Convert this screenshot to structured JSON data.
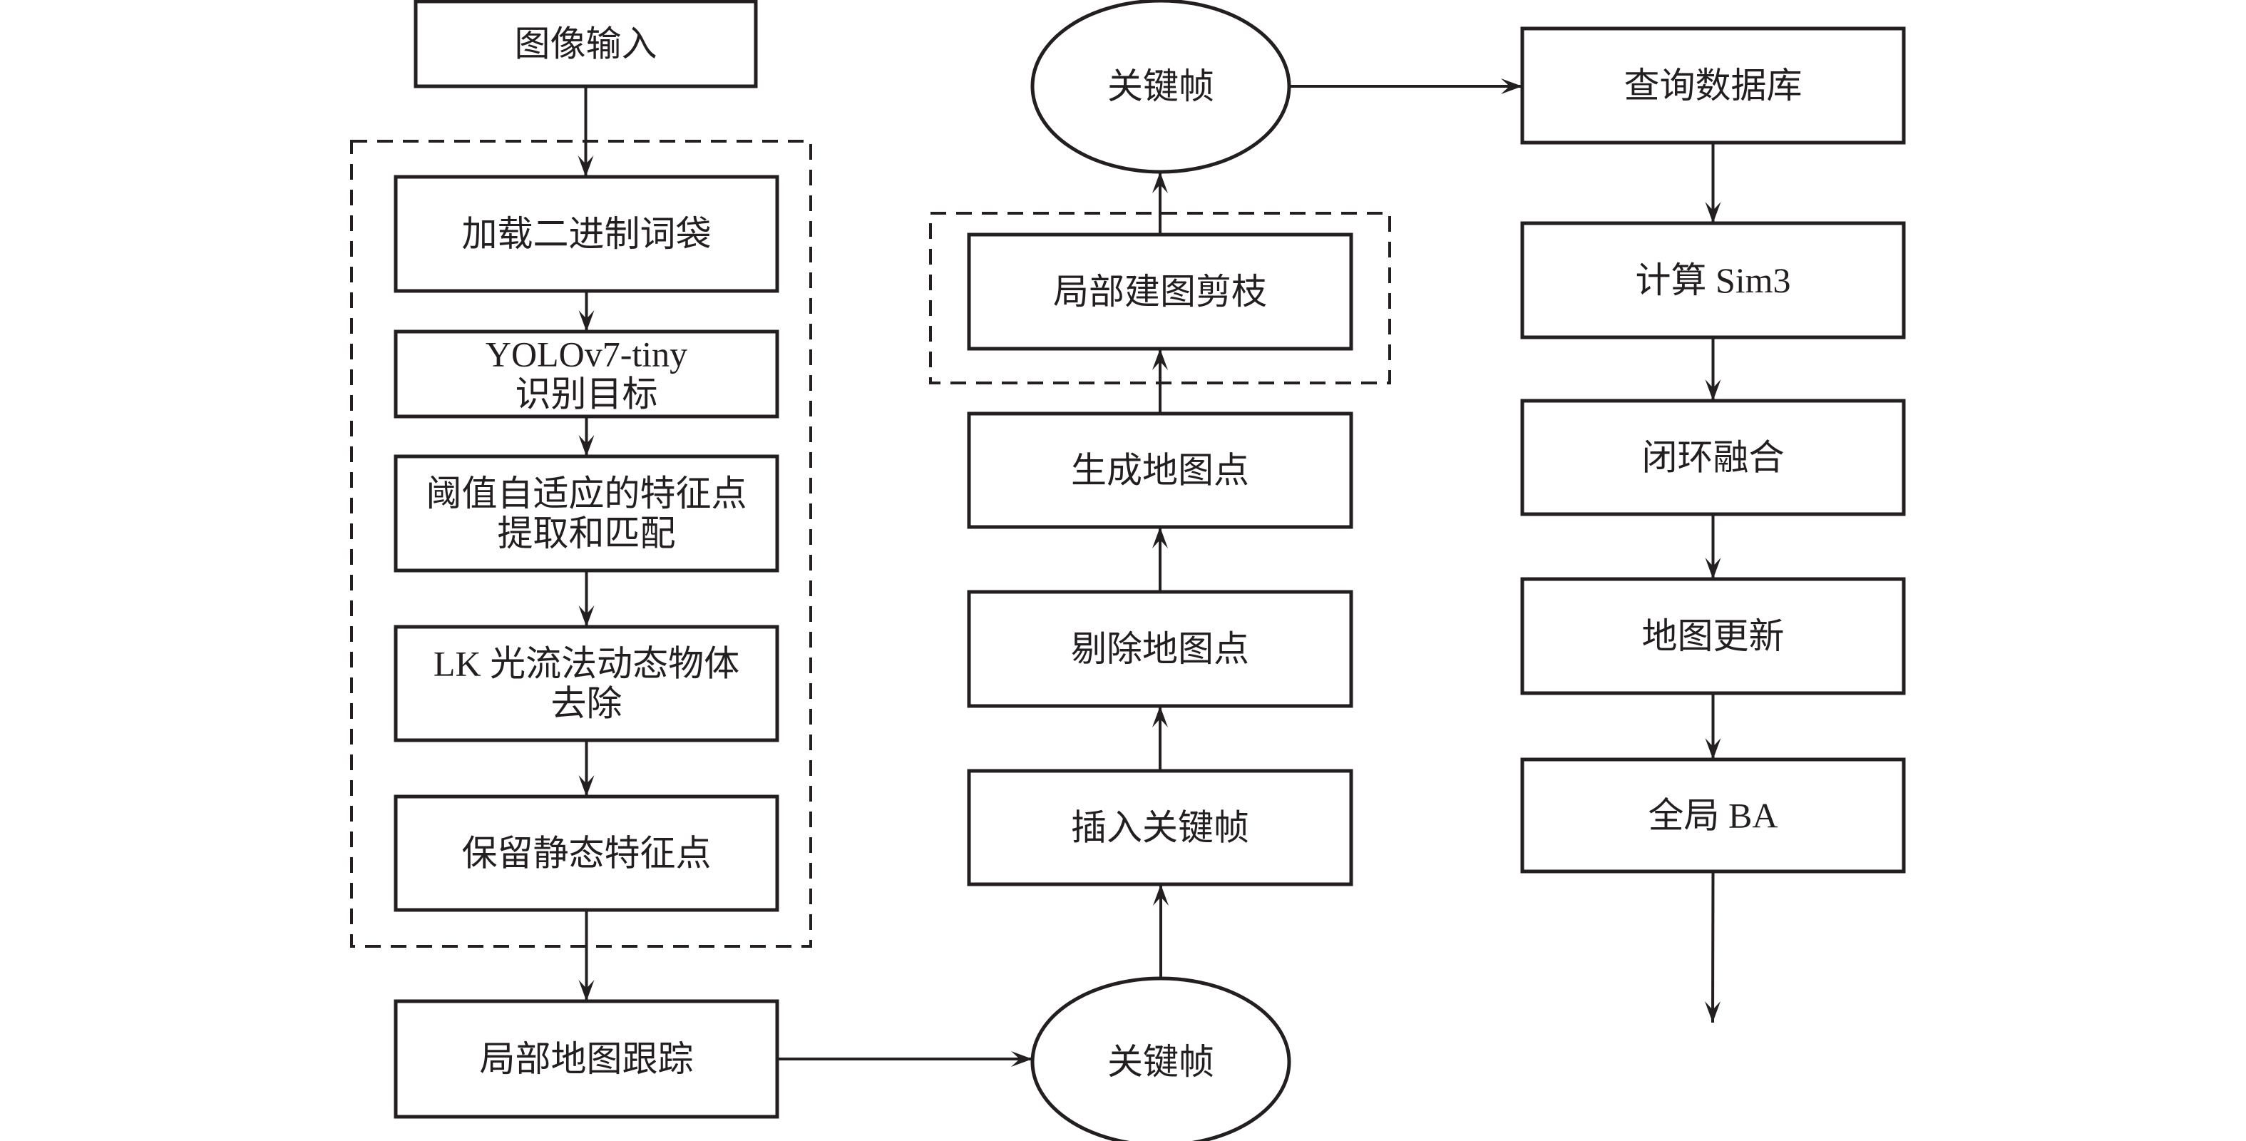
{
  "diagram": {
    "type": "flowchart",
    "colors": {
      "stroke": "#231f20",
      "background": "#ffffff"
    },
    "nodes": [
      {
        "id": "image_input",
        "shape": "rect",
        "lines": [
          "图像输入"
        ]
      },
      {
        "id": "load_bow",
        "shape": "rect",
        "lines": [
          "加载二进制词袋"
        ]
      },
      {
        "id": "yolo",
        "shape": "rect",
        "lines": [
          "YOLOv7-tiny",
          "识别目标"
        ]
      },
      {
        "id": "adaptive_features",
        "shape": "rect",
        "lines": [
          "阈值自适应的特征点",
          "提取和匹配"
        ]
      },
      {
        "id": "lk_removal",
        "shape": "rect",
        "lines": [
          "LK 光流法动态物体",
          "去除"
        ]
      },
      {
        "id": "keep_static",
        "shape": "rect",
        "lines": [
          "保留静态特征点"
        ]
      },
      {
        "id": "local_map_tracking",
        "shape": "rect",
        "lines": [
          "局部地图跟踪"
        ]
      },
      {
        "id": "keyframe_bottom",
        "shape": "ellipse",
        "lines": [
          "关键帧"
        ]
      },
      {
        "id": "insert_keyframe",
        "shape": "rect",
        "lines": [
          "插入关键帧"
        ]
      },
      {
        "id": "cull_map_points",
        "shape": "rect",
        "lines": [
          "剔除地图点"
        ]
      },
      {
        "id": "create_map_points",
        "shape": "rect",
        "lines": [
          "生成地图点"
        ]
      },
      {
        "id": "local_mapping_pruning",
        "shape": "rect",
        "lines": [
          "局部建图剪枝"
        ]
      },
      {
        "id": "keyframe_top",
        "shape": "ellipse",
        "lines": [
          "关键帧"
        ]
      },
      {
        "id": "query_database",
        "shape": "rect",
        "lines": [
          "查询数据库"
        ]
      },
      {
        "id": "compute_sim3",
        "shape": "rect",
        "lines": [
          "计算 Sim3"
        ]
      },
      {
        "id": "loop_fusion",
        "shape": "rect",
        "lines": [
          "闭环融合"
        ]
      },
      {
        "id": "map_update",
        "shape": "rect",
        "lines": [
          "地图更新"
        ]
      },
      {
        "id": "global_ba",
        "shape": "rect",
        "lines": [
          "全局 BA"
        ]
      }
    ],
    "groups": [
      {
        "id": "tracking_group",
        "style": "dashed",
        "members": [
          "load_bow",
          "yolo",
          "adaptive_features",
          "lk_removal",
          "keep_static"
        ]
      },
      {
        "id": "mapping_group",
        "style": "dashed",
        "members": [
          "local_mapping_pruning"
        ]
      }
    ],
    "edges": [
      {
        "from": "image_input",
        "to": "load_bow"
      },
      {
        "from": "load_bow",
        "to": "yolo"
      },
      {
        "from": "yolo",
        "to": "adaptive_features"
      },
      {
        "from": "adaptive_features",
        "to": "lk_removal"
      },
      {
        "from": "lk_removal",
        "to": "keep_static"
      },
      {
        "from": "keep_static",
        "to": "local_map_tracking"
      },
      {
        "from": "local_map_tracking",
        "to": "keyframe_bottom"
      },
      {
        "from": "keyframe_bottom",
        "to": "insert_keyframe"
      },
      {
        "from": "insert_keyframe",
        "to": "cull_map_points"
      },
      {
        "from": "cull_map_points",
        "to": "create_map_points"
      },
      {
        "from": "create_map_points",
        "to": "local_mapping_pruning"
      },
      {
        "from": "local_mapping_pruning",
        "to": "keyframe_top"
      },
      {
        "from": "keyframe_top",
        "to": "query_database"
      },
      {
        "from": "query_database",
        "to": "compute_sim3"
      },
      {
        "from": "compute_sim3",
        "to": "loop_fusion"
      },
      {
        "from": "loop_fusion",
        "to": "map_update"
      },
      {
        "from": "map_update",
        "to": "global_ba"
      },
      {
        "from": "global_ba",
        "to": null
      }
    ]
  }
}
